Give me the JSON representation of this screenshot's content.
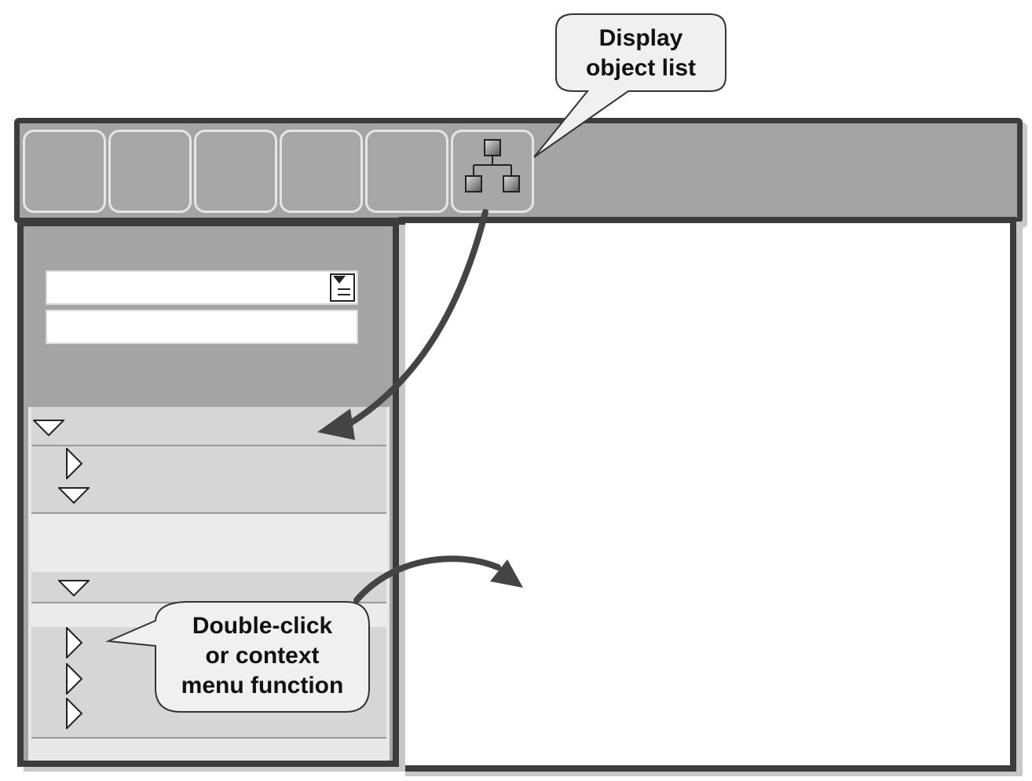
{
  "callouts": {
    "display_object_list": [
      "Display",
      "object list"
    ],
    "double_click": [
      "Double-click",
      "or context",
      "menu function"
    ]
  },
  "toolbar": {
    "buttons": [
      {
        "icon": ""
      },
      {
        "icon": ""
      },
      {
        "icon": ""
      },
      {
        "icon": ""
      },
      {
        "icon": ""
      },
      {
        "icon": "hierarchy-icon"
      }
    ]
  },
  "left_panel": {
    "select_field_icon": "document-list-icon"
  },
  "colors": {
    "frame": "#3c3c3c",
    "toolbar_fill": "#a4a4a4",
    "tree_fill": "#e8e8e8",
    "arrow": "#444444"
  }
}
